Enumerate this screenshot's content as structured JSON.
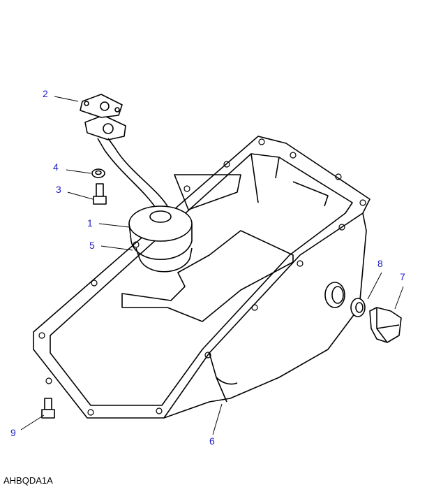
{
  "diagram": {
    "reference_code": "AHBQDA1A",
    "label_color": "#2020c8",
    "callouts": [
      {
        "id": "1",
        "part": "oil-strainer"
      },
      {
        "id": "2",
        "part": "gasket"
      },
      {
        "id": "3",
        "part": "bolt"
      },
      {
        "id": "4",
        "part": "washer"
      },
      {
        "id": "5",
        "part": "o-ring"
      },
      {
        "id": "6",
        "part": "oil-sump"
      },
      {
        "id": "7",
        "part": "drain-plug"
      },
      {
        "id": "8",
        "part": "drain-plug-washer"
      },
      {
        "id": "9",
        "part": "sump-bolt"
      }
    ]
  }
}
